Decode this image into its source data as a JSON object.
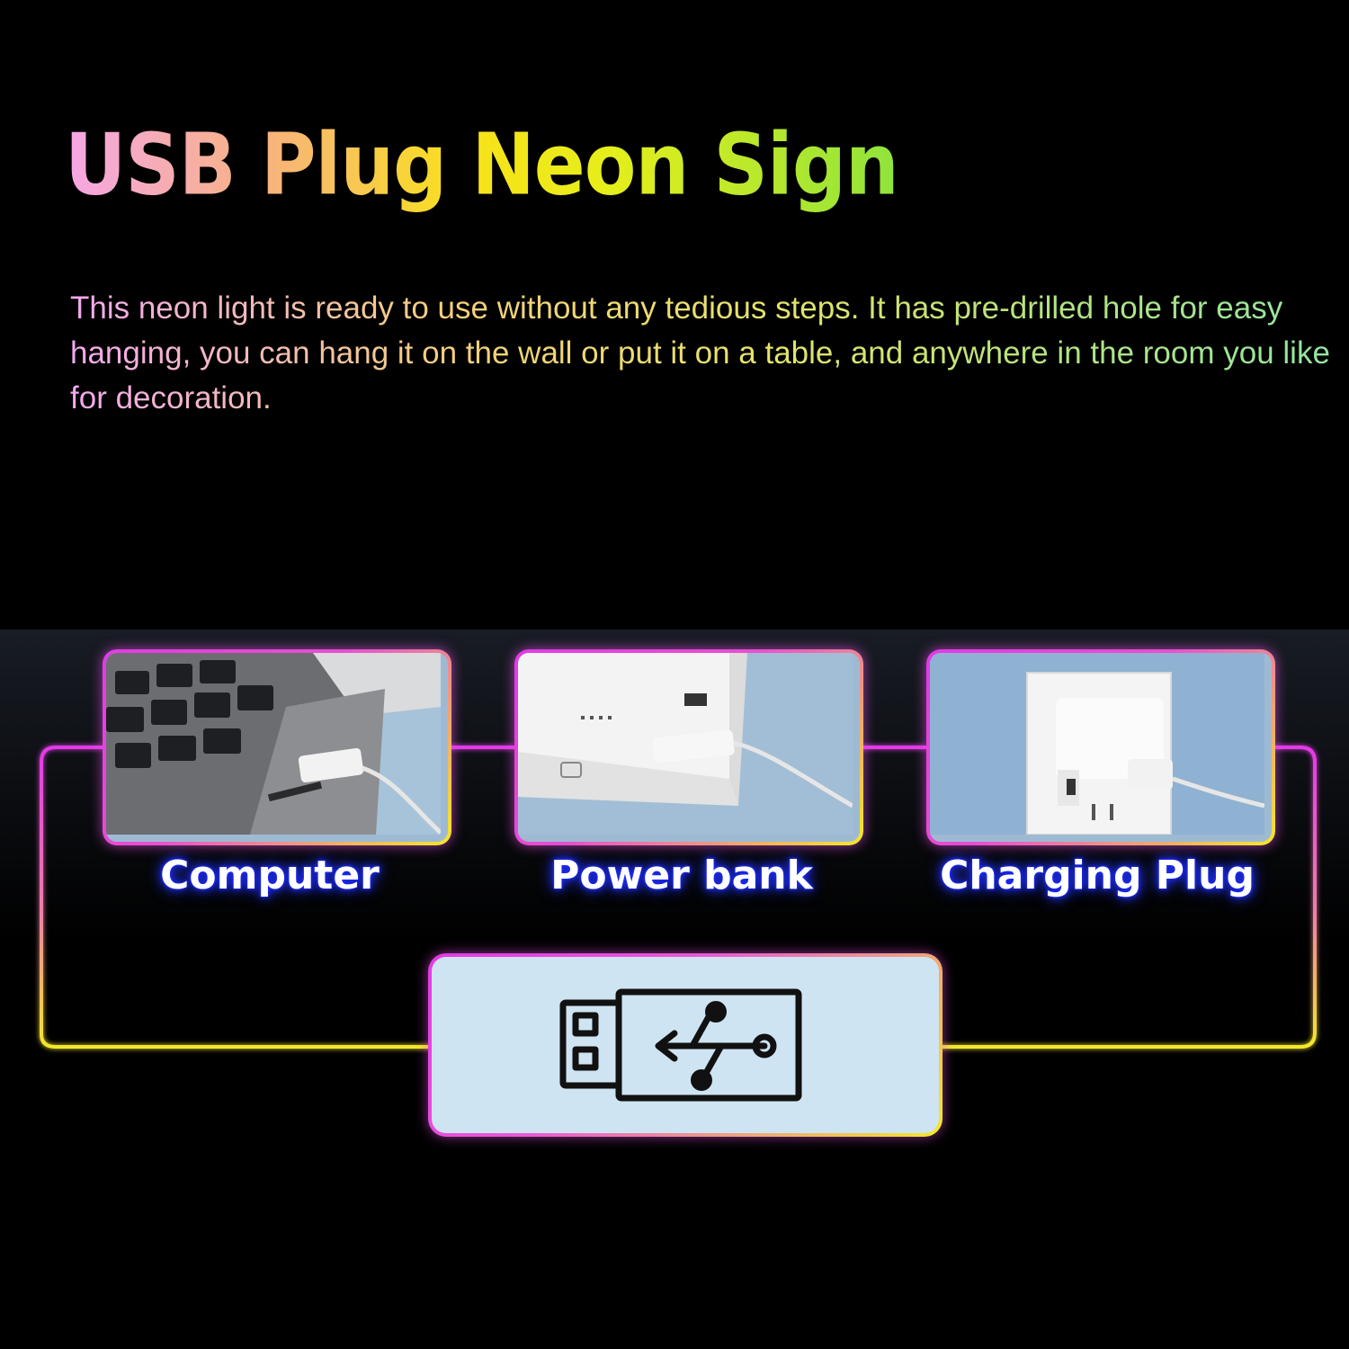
{
  "title": "USB Plug Neon Sign",
  "description": "This neon light is ready to use without any tedious steps. It has pre-drilled hole for easy hanging, you can hang it on the wall or put it on a table, and anywhere in the room you like for decoration.",
  "sources": [
    {
      "label": "Computer",
      "image": "laptop-usb-port"
    },
    {
      "label": "Power bank",
      "image": "power-bank-usb-port"
    },
    {
      "label": "Charging Plug",
      "image": "wall-charger-outlet"
    }
  ],
  "connector_icon": "usb-stick-icon",
  "colors": {
    "background": "#000000",
    "frame_magenta": "#e23ae6",
    "frame_yellow": "#f4e82a",
    "label_glow": "#1d2bff",
    "photo_bg": "#9ebad3",
    "usb_panel": "#cfe4f2"
  }
}
